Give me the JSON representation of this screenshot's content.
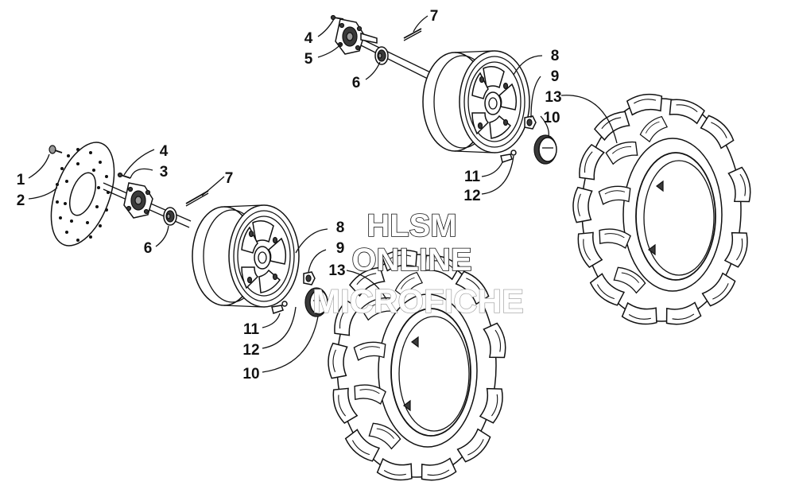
{
  "watermark": {
    "line1": "HLSM",
    "line2": "ONLINE",
    "line3": "MICROFICHE"
  },
  "callouts": [
    {
      "id": "c1",
      "label": "1"
    },
    {
      "id": "c2",
      "label": "2"
    },
    {
      "id": "c3",
      "label": "3"
    },
    {
      "id": "c4a",
      "label": "4"
    },
    {
      "id": "c4b",
      "label": "4"
    },
    {
      "id": "c5",
      "label": "5"
    },
    {
      "id": "c6a",
      "label": "6"
    },
    {
      "id": "c6b",
      "label": "6"
    },
    {
      "id": "c7a",
      "label": "7"
    },
    {
      "id": "c7b",
      "label": "7"
    },
    {
      "id": "c8a",
      "label": "8"
    },
    {
      "id": "c8b",
      "label": "8"
    },
    {
      "id": "c9a",
      "label": "9"
    },
    {
      "id": "c9b",
      "label": "9"
    },
    {
      "id": "c10a",
      "label": "10"
    },
    {
      "id": "c10b",
      "label": "10"
    },
    {
      "id": "c11a",
      "label": "11"
    },
    {
      "id": "c11b",
      "label": "11"
    },
    {
      "id": "c12a",
      "label": "12"
    },
    {
      "id": "c12b",
      "label": "12"
    },
    {
      "id": "c13a",
      "label": "13"
    },
    {
      "id": "c13b",
      "label": "13"
    }
  ]
}
